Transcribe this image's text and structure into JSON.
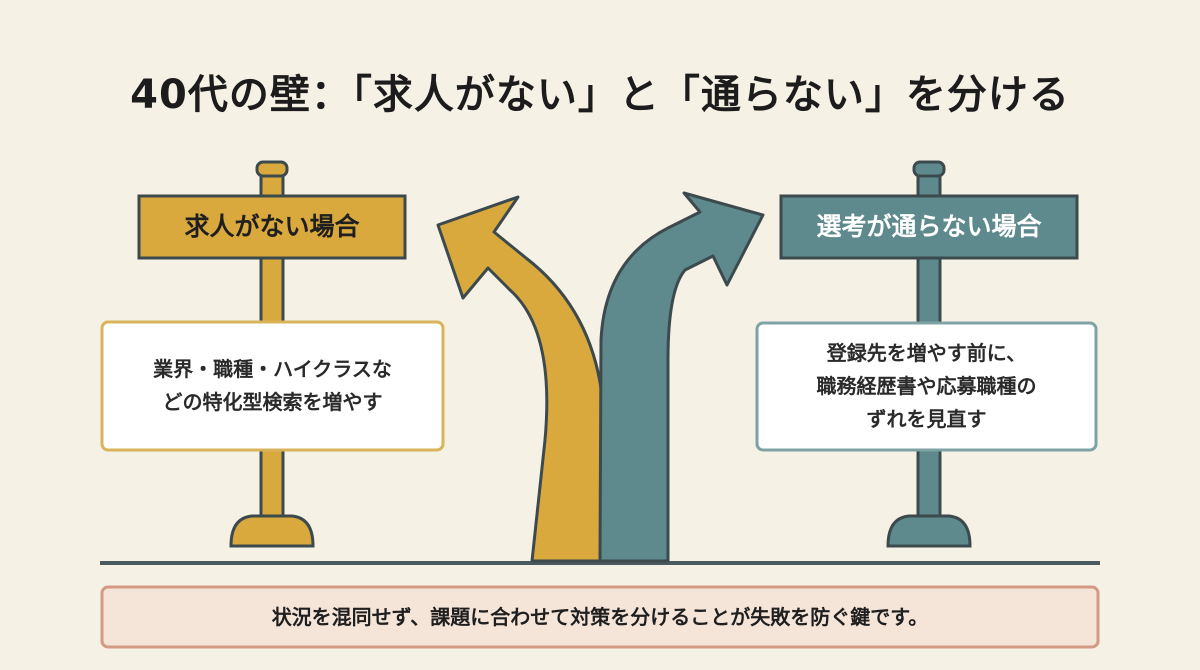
{
  "title": "40代の壁：「求人がない」と「通らない」を分ける",
  "left": {
    "sign_label": "求人がない場合",
    "note": "業界・職種・ハイクラスな\nどの特化型検索を増やす",
    "color": "#d9a93e"
  },
  "right": {
    "sign_label": "選考が通らない場合",
    "note": "登録先を増やす前に、\n職務経歴書や応募職種の\nずれを見直す",
    "color": "#5e8a8d"
  },
  "footer": {
    "text": "状況を混同せず、課題に合わせて対策を分けることが失敗を防ぐ鍵です。",
    "border_color": "#d49a84",
    "fill_color": "#f5e4d8"
  },
  "colors": {
    "background": "#f6f1e5",
    "outline": "#3c4a4e",
    "ground": "#4b5a5e"
  }
}
